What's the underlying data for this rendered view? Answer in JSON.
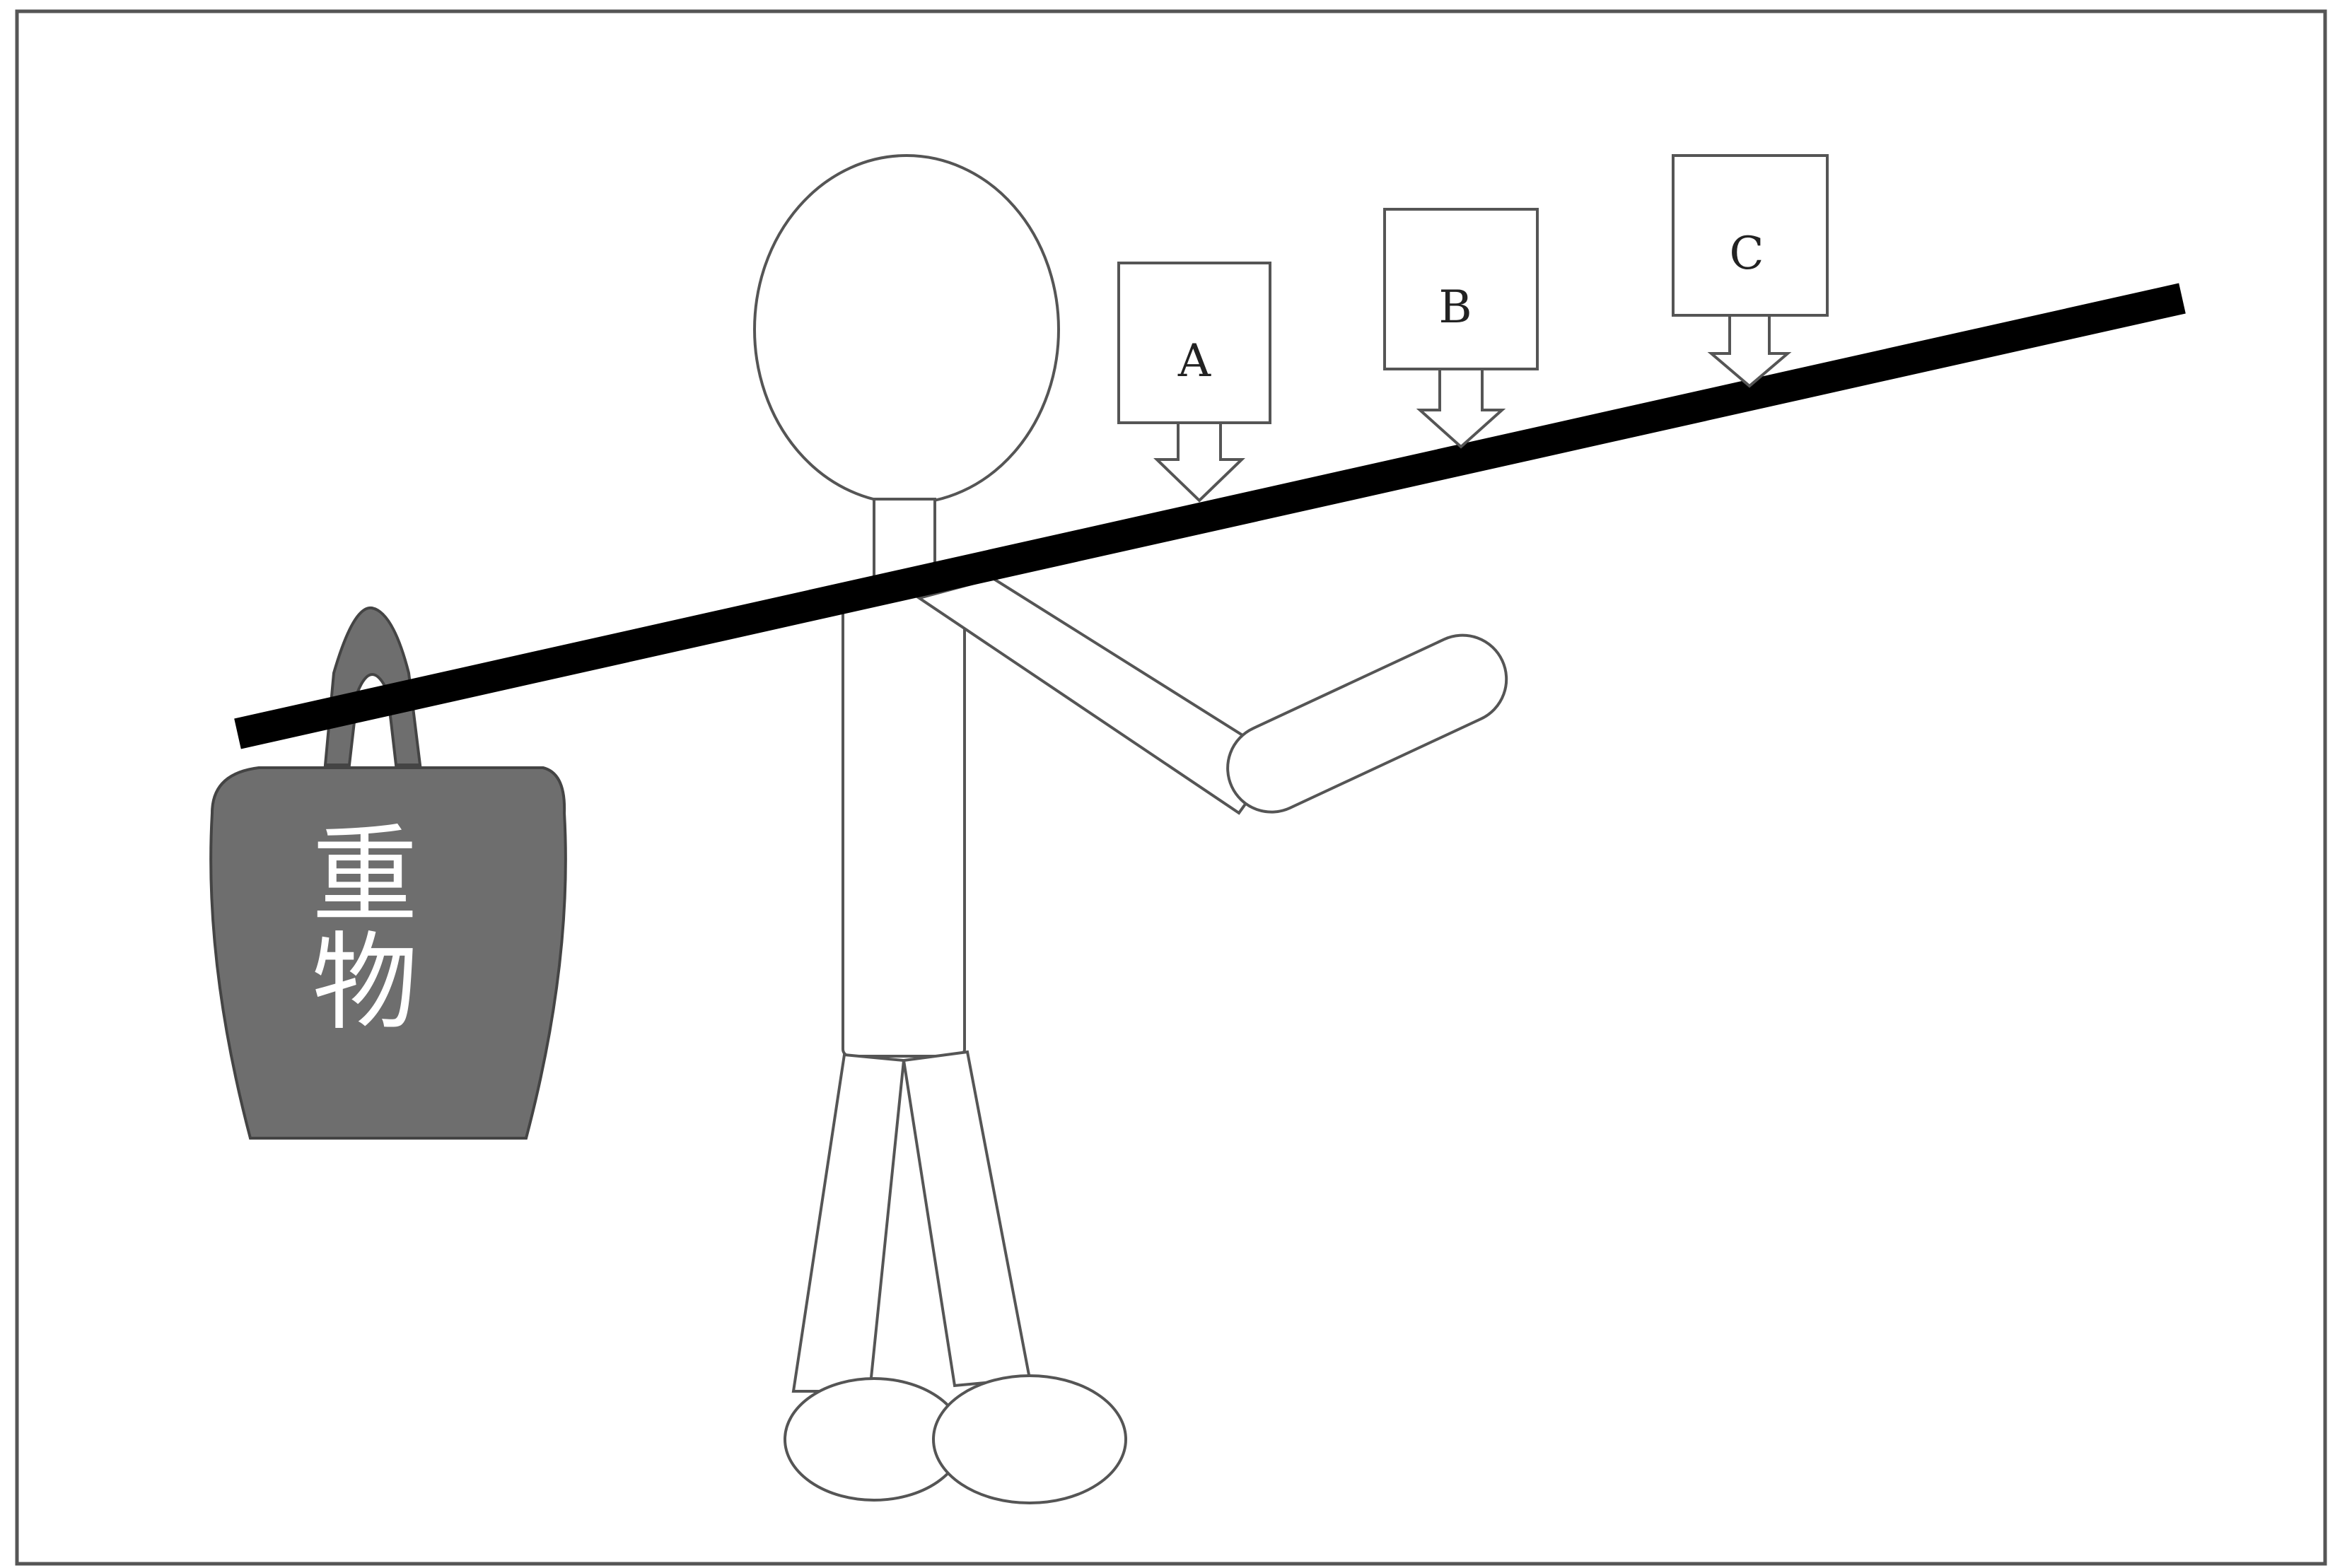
{
  "callouts": {
    "a": {
      "label": "A"
    },
    "b": {
      "label": "B"
    },
    "c": {
      "label": "C"
    }
  },
  "weight": {
    "line1": "重",
    "line2": "物"
  },
  "colors": {
    "pole": "#000000",
    "weight_fill": "#6e6e6e",
    "outline": "#444444",
    "background": "#ffffff"
  }
}
